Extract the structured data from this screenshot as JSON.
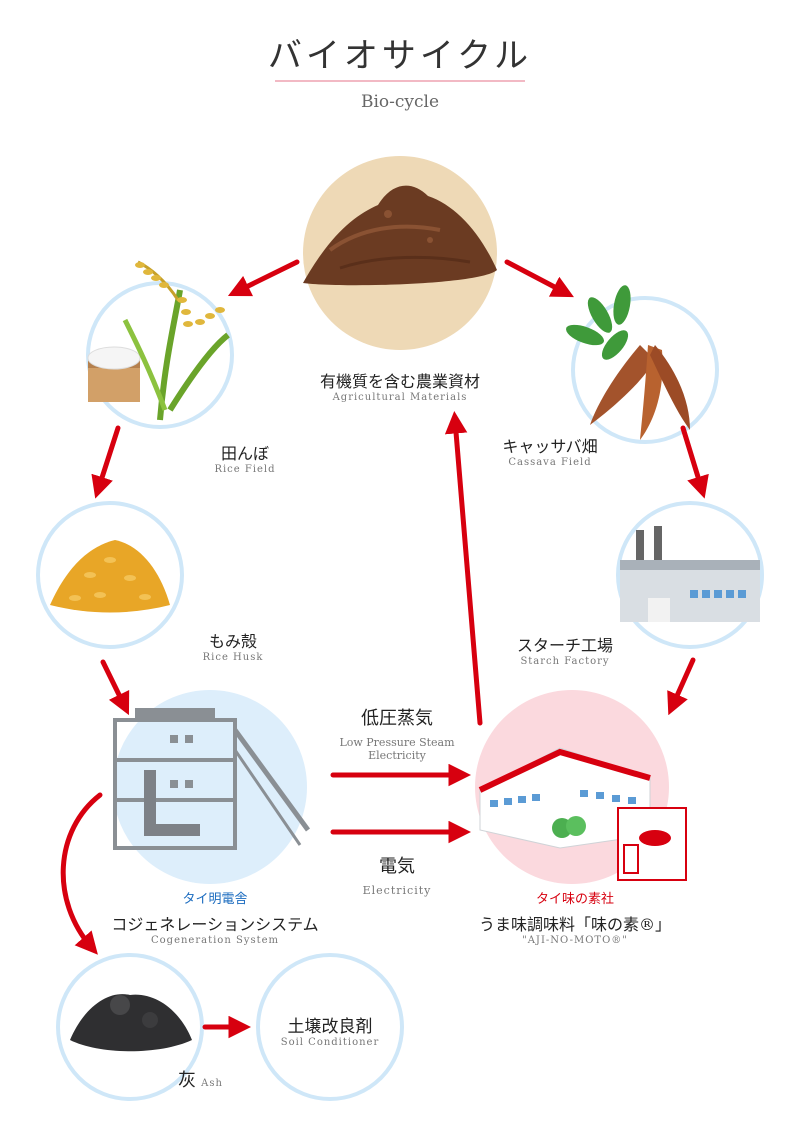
{
  "title": "バイオサイクル",
  "subtitle": "Bio-cycle",
  "nodes": {
    "agri": {
      "jp": "有機質を含む農業資材",
      "en": "Agricultural Materials"
    },
    "rice_field": {
      "jp": "田んぼ",
      "en": "Rice Field"
    },
    "cassava": {
      "jp": "キャッサバ畑",
      "en": "Cassava Field"
    },
    "husk": {
      "jp": "もみ殻",
      "en": "Rice Husk"
    },
    "starch": {
      "jp": "スターチ工場",
      "en": "Starch Factory"
    },
    "cogen": {
      "company": "タイ明電舎",
      "jp": "コジェネレーションシステム",
      "en": "Cogeneration System"
    },
    "ajinomoto": {
      "company": "タイ味の素社",
      "jp": "うま味調味料「味の素®」",
      "en": "\"AJI-NO-MOTO®\""
    },
    "ash": {
      "jp": "灰",
      "en": "Ash"
    },
    "soil": {
      "jp": "土壌改良剤",
      "en": "Soil Conditioner"
    }
  },
  "flows": {
    "steam": {
      "jp": "低圧蒸気",
      "en1": "Low Pressure Steam",
      "en2": "Electricity"
    },
    "power": {
      "jp": "電気",
      "en": "Electricity"
    }
  },
  "colors": {
    "arrow": "#d7000f",
    "ring": "#cfe7f8",
    "accent": "#f2b9c4"
  }
}
